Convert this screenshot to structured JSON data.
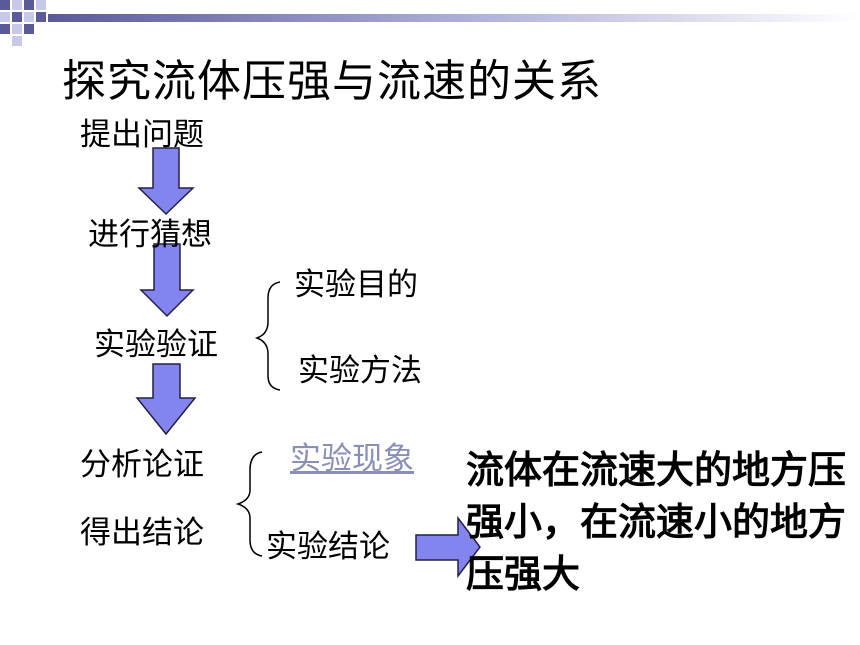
{
  "colors": {
    "arrow_fill": "#8484ee",
    "arrow_stroke": "#222244",
    "deco_dark": "#5a5a9a",
    "deco_light": "#c8c8e8",
    "link": "#8a8fb8"
  },
  "title": "探究流体压强与流速的关系",
  "steps": {
    "question": "提出问题",
    "guess": "进行猜想",
    "verify": "实验验证",
    "analyze": "分析论证",
    "conclude": "得出结论"
  },
  "verify_sub": {
    "purpose": "实验目的",
    "method": "实验方法"
  },
  "analyze_sub": {
    "phenomenon": "实验现象",
    "result": "实验结论"
  },
  "conclusion": "流体在流速大的地方压强小，在流速小的地方压强大"
}
